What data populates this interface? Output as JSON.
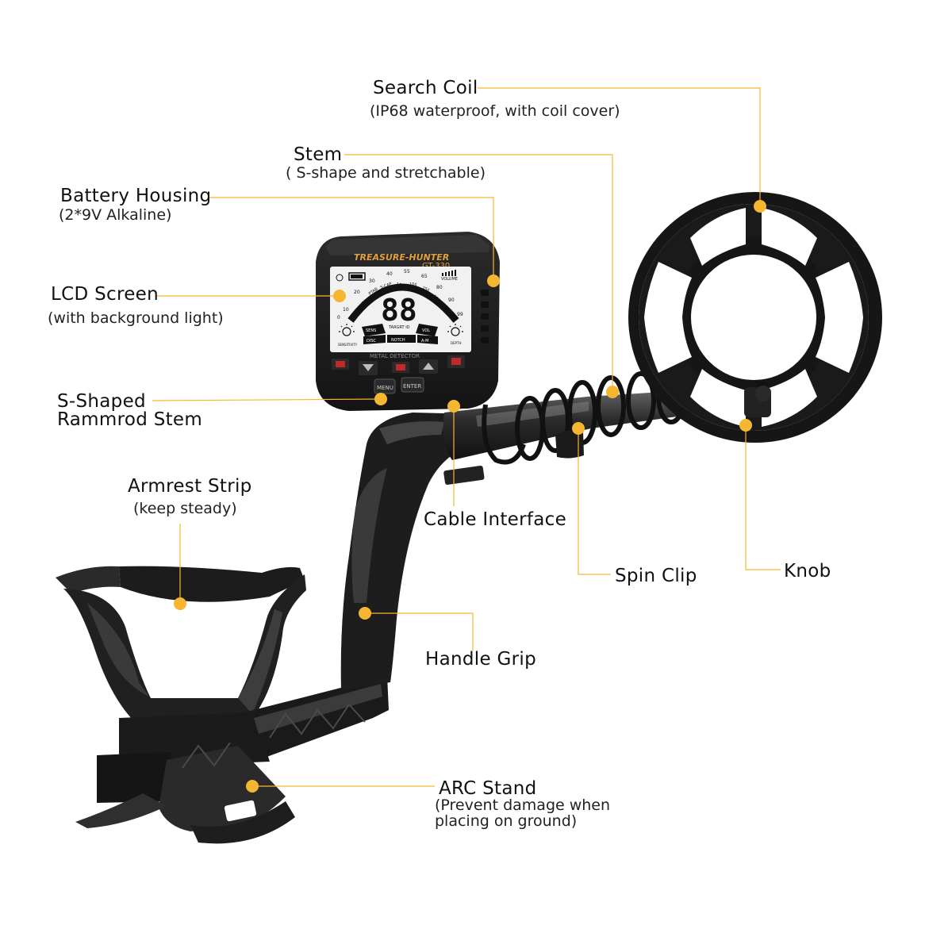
{
  "device": {
    "brand": "TREASURE-HUNTER",
    "model": "GT-330",
    "lcd": {
      "digits": "88",
      "target_id": "TARGRT ID",
      "volume": "VOLUME",
      "scale_numbers": [
        "0",
        "10",
        "20",
        "30",
        "40",
        "55",
        "65",
        "80",
        "90",
        "99"
      ],
      "segment_labels": [
        "IRON",
        "5¢",
        "PTAB",
        "S-CAP",
        "1¢",
        "10¢",
        "25¢",
        "50¢",
        "$1"
      ],
      "sens": "SENS",
      "vol": "VOL",
      "disc": "DISC",
      "notch": "NOTCH",
      "am": "A-M",
      "sensitivity": "SENSITIVITY",
      "depth": "DEPTH",
      "footer": "METAL DETECTOR"
    },
    "buttons": {
      "menu": "MENU",
      "enter": "ENTER"
    }
  },
  "labels": {
    "search_coil": {
      "title": "Search Coil",
      "sub": "(IP68 waterproof, with coil cover)"
    },
    "stem": {
      "title": "Stem",
      "sub": "( S-shape and stretchable)"
    },
    "battery_housing": {
      "title": "Battery Housing",
      "sub": "(2*9V Alkaline)"
    },
    "lcd_screen": {
      "title": "LCD Screen",
      "sub": "(with background light)"
    },
    "s_shaped": {
      "title_1": "S-Shaped",
      "title_2": "Rammrod Stem"
    },
    "cable_interface": {
      "title": "Cable Interface"
    },
    "armrest_strip": {
      "title": "Armrest Strip",
      "sub": "(keep steady)"
    },
    "spin_clip": {
      "title": "Spin Clip"
    },
    "knob": {
      "title": "Knob"
    },
    "handle_grip": {
      "title": "Handle Grip"
    },
    "arc_stand": {
      "title": "ARC Stand",
      "sub_1": "(Prevent damage when",
      "sub_2": "placing on ground)"
    }
  },
  "colors": {
    "accent": "#F5B731",
    "device_dark": "#1e1e1e",
    "lcd_bg": "#f1f1f1",
    "button_red": "#c0282a"
  }
}
